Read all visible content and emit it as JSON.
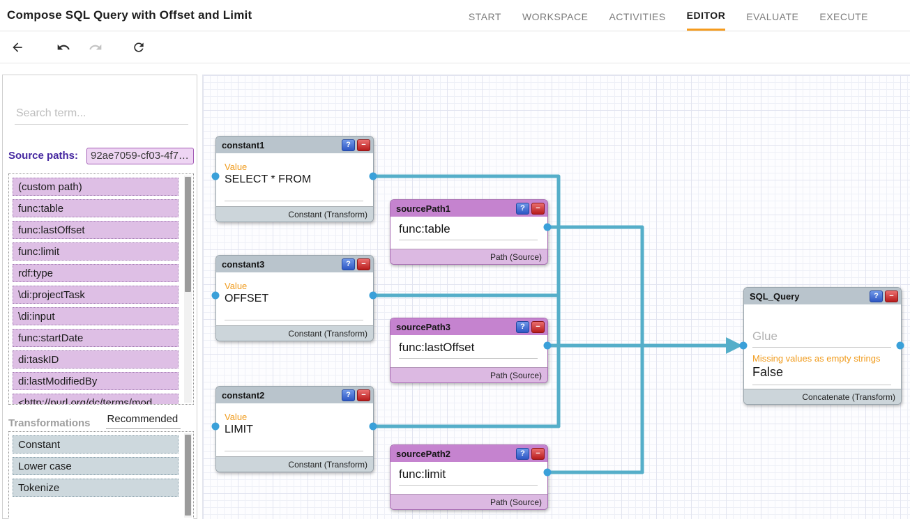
{
  "header": {
    "title": "Compose SQL Query with Offset and Limit",
    "tabs": [
      {
        "label": "START"
      },
      {
        "label": "WORKSPACE"
      },
      {
        "label": "ACTIVITIES"
      },
      {
        "label": "EDITOR",
        "active": true
      },
      {
        "label": "EVALUATE"
      },
      {
        "label": "EXECUTE"
      }
    ],
    "accent_color": "#f59b1e"
  },
  "toolbar": {
    "icons": [
      "back-arrow",
      "undo",
      "redo-disabled",
      "refresh"
    ]
  },
  "sidebar": {
    "search_placeholder": "Search term...",
    "source_paths_label": "Source paths:",
    "source_paths_value": "92ae7059-cf03-4f7…",
    "paths": [
      "(custom path)",
      "func:table",
      "func:lastOffset",
      "func:limit",
      "rdf:type",
      "\\di:projectTask",
      "\\di:input",
      "func:startDate",
      "di:taskID",
      "di:lastModifiedBy",
      "<http://purl.org/dc/terms/mod…"
    ],
    "transformations_label": "Transformations",
    "recommended_tab_label": "Recommended",
    "transformations": [
      "Constant",
      "Lower case",
      "Tokenize"
    ]
  },
  "canvas": {
    "node_controls": {
      "help": "?",
      "remove": "−"
    },
    "colors": {
      "wire": "#55aec9",
      "port": "#3aa0d9",
      "transform_header": "#b9c4cc",
      "source_header": "#c583cf",
      "label_orange": "#f09b1c"
    },
    "nodes": [
      {
        "id": "constant1",
        "title": "constant1",
        "type_label": "Constant (Transform)",
        "fields": [
          {
            "label": "Value",
            "value": "SELECT * FROM"
          }
        ]
      },
      {
        "id": "sourcePath1",
        "title": "sourcePath1",
        "type_label": "Path (Source)",
        "fields": [
          {
            "value": "func:table"
          }
        ]
      },
      {
        "id": "constant3",
        "title": "constant3",
        "type_label": "Constant (Transform)",
        "fields": [
          {
            "label": "Value",
            "value": "OFFSET"
          }
        ]
      },
      {
        "id": "sourcePath3",
        "title": "sourcePath3",
        "type_label": "Path (Source)",
        "fields": [
          {
            "value": "func:lastOffset"
          }
        ]
      },
      {
        "id": "constant2",
        "title": "constant2",
        "type_label": "Constant (Transform)",
        "fields": [
          {
            "label": "Value",
            "value": "LIMIT"
          }
        ]
      },
      {
        "id": "sourcePath2",
        "title": "sourcePath2",
        "type_label": "Path (Source)",
        "fields": [
          {
            "value": "func:limit"
          }
        ]
      },
      {
        "id": "SQL_Query",
        "title": "SQL_Query",
        "type_label": "Concatenate (Transform)",
        "fields": [
          {
            "placeholder": "Glue"
          },
          {
            "label": "Missing values as empty strings",
            "value": "False"
          }
        ]
      }
    ],
    "connections": [
      {
        "from": "constant1",
        "to": "SQL_Query"
      },
      {
        "from": "constant3",
        "to": "SQL_Query"
      },
      {
        "from": "constant2",
        "to": "SQL_Query"
      },
      {
        "from": "sourcePath1",
        "to": "SQL_Query"
      },
      {
        "from": "sourcePath3",
        "to": "SQL_Query"
      },
      {
        "from": "sourcePath2",
        "to": "SQL_Query"
      }
    ]
  }
}
